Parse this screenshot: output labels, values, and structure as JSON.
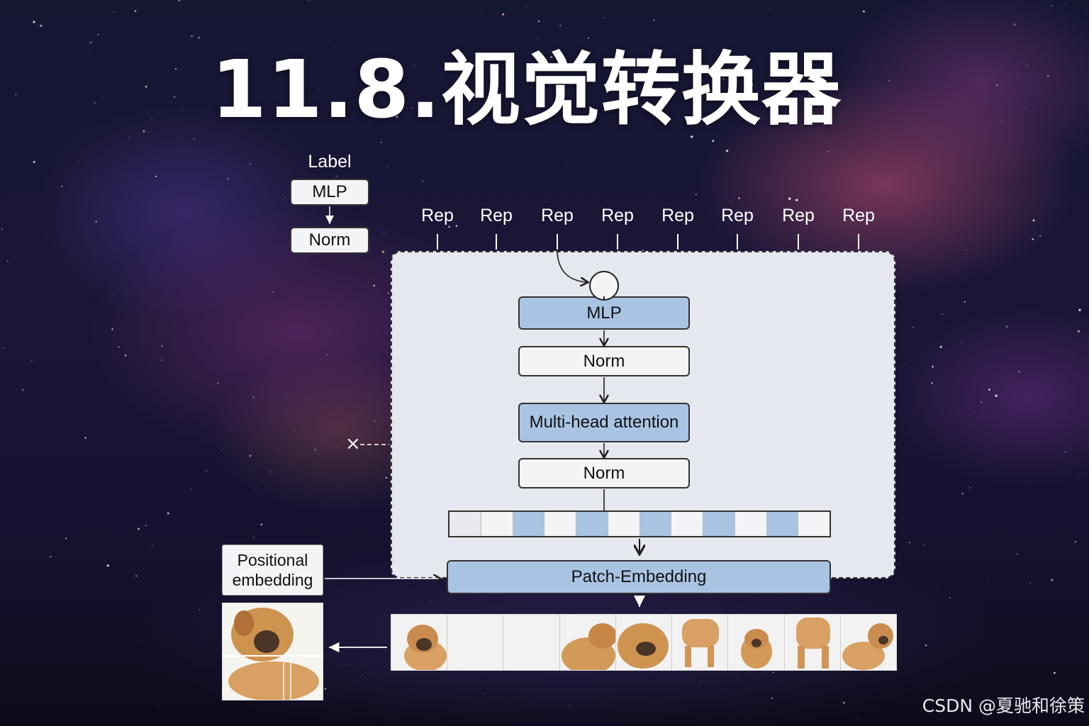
{
  "title": "11.8.视觉转换器",
  "head": {
    "label": "Label",
    "mlp": "MLP",
    "norm": "Norm"
  },
  "rep_labels": [
    "Rep",
    "Rep",
    "Rep",
    "Rep",
    "Rep",
    "Rep",
    "Rep",
    "Rep"
  ],
  "encoder": {
    "mlp": "MLP",
    "norm_top": "Norm",
    "attention": "Multi-head attention",
    "norm_bottom": "Norm",
    "repeat_marker": "×"
  },
  "patch_embedding": "Patch-Embedding",
  "positional_embedding": "Positional embedding",
  "watermark": "CSDN @夏驰和徐策",
  "colors": {
    "accent_blue": "#a9c4e3",
    "box_white": "#f4f4f6",
    "panel": "#e6e8ef",
    "text_white": "#ffffff"
  }
}
